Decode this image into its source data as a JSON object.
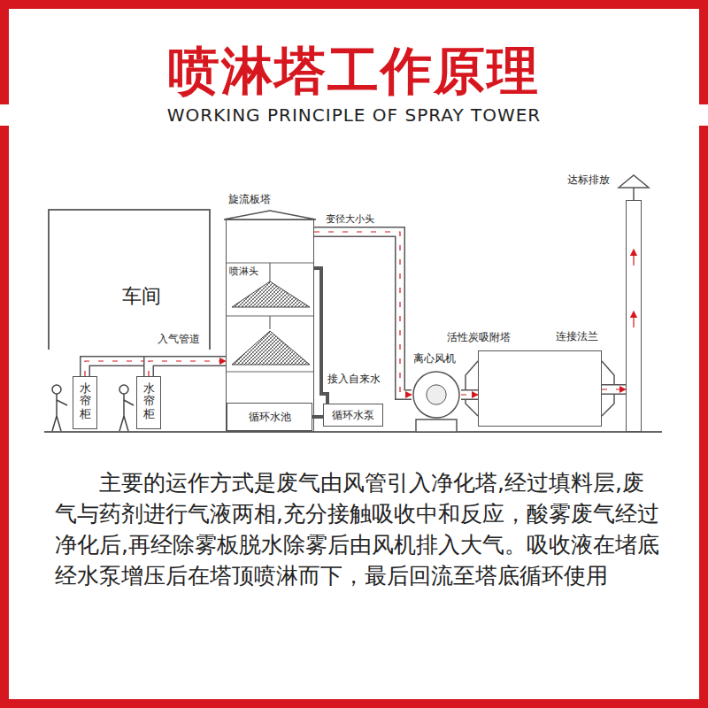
{
  "diagram": {
    "title": "喷淋塔工作原理",
    "caption": "主要的运作方式是废气由风管引入净化塔,经过填料层,废气与药剂进行气液两相,充分接触吸收中和反应，酸雾废气经过净化后,再经除雾板脱水除雾后由风机排入大气。吸收液在堵底经水泵增压后在塔顶喷淋而下，最后回流至塔底循环使用",
    "nodes": [
      {
        "text": [
          "水帘柜"
        ]
      },
      {
        "text": [
          "水帘柜"
        ]
      },
      {
        "text": [
          "旋流板塔"
        ]
      },
      {
        "text": [
          "循环水池"
        ],
        "in": 2
      },
      {
        "text": [
          "循环水泵"
        ]
      },
      {
        "text": [
          "离心风机"
        ]
      },
      {
        "text": [
          "活性炭吸附塔"
        ]
      },
      {
        "text": [
          "达标排放"
        ]
      }
    ],
    "edges": [
      {
        "from": 0,
        "to": 2,
        "arrow": "to"
      },
      {
        "from": 1,
        "to": 2,
        "arrow": "to"
      },
      {
        "from": 2,
        "to": 5,
        "arrow": "to"
      },
      {
        "from": 5,
        "to": 6,
        "arrow": "to"
      },
      {
        "from": 6,
        "to": 7,
        "arrow": "to"
      },
      {
        "from": 3,
        "to": 4,
        "arrow": "none"
      },
      {
        "from": 4,
        "to": 2,
        "arrow": "none"
      }
    ],
    "labels": [
      "WORKING PRINCIPLE OF SPRAY TOWER",
      "车间",
      "入气管道",
      "喷淋头",
      "变径大小头",
      "接入自来水",
      "连接法兰"
    ]
  }
}
